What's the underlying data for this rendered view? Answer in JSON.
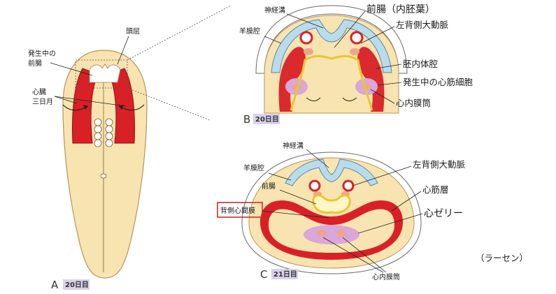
{
  "panelA": {
    "letter": "A",
    "day": "20日目",
    "labels": {
      "head_fold": "頭屈",
      "developing_foregut": [
        "発生中の",
        "前腸"
      ],
      "cardiac_crescent": [
        "心臓",
        "三日月"
      ]
    }
  },
  "panelB": {
    "letter": "B",
    "day": "20日目",
    "labels": {
      "neural_groove": "神経溝",
      "amniotic_cavity": "羊膜腔",
      "foregut": "前腸（内胚葉）",
      "left_dorsal_aorta": "左背側大動脈",
      "intraembryonic_coelom": "胚内体腔",
      "developing_cardiomyocytes": "発生中の心筋細胞",
      "endocardial_tube": "心内膜筒"
    }
  },
  "panelC": {
    "letter": "C",
    "day": "21日目",
    "labels": {
      "neural_groove": "神経溝",
      "amniotic_cavity": "羊膜腔",
      "foregut": "前腸",
      "dorsal_mesocardium": "背側心間膜",
      "left_dorsal_aorta": "左背側大動脈",
      "myocardium": "心筋層",
      "cardiac_jelly": "心ゼリー",
      "endocardial_tubes": "心内膜筒"
    }
  },
  "source": "（ラーセン）",
  "colors": {
    "embryo_fill": "#f8e4b0",
    "heart_red": "#d92027",
    "ectoderm_blue": "#b9dcec",
    "endoderm_yellow": "#e6c830",
    "jelly_purple": "#d9a7d9",
    "tag_bg": "#d9d2ec",
    "highlight_box": "#d42a2a"
  }
}
